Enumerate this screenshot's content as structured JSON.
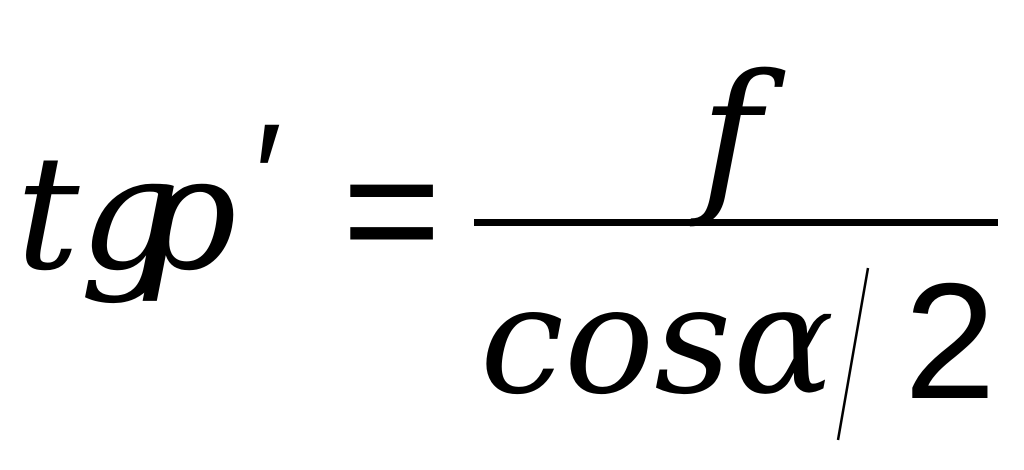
{
  "formula": {
    "lhs": {
      "function": "tg",
      "variable": "ρ",
      "prime": "′"
    },
    "equals": "=",
    "numerator": "f",
    "denominator": {
      "function": "cos",
      "variable": "α",
      "slash": "/",
      "divisor": "2"
    }
  },
  "colors": {
    "ink": "#000000",
    "background": "#ffffff"
  }
}
